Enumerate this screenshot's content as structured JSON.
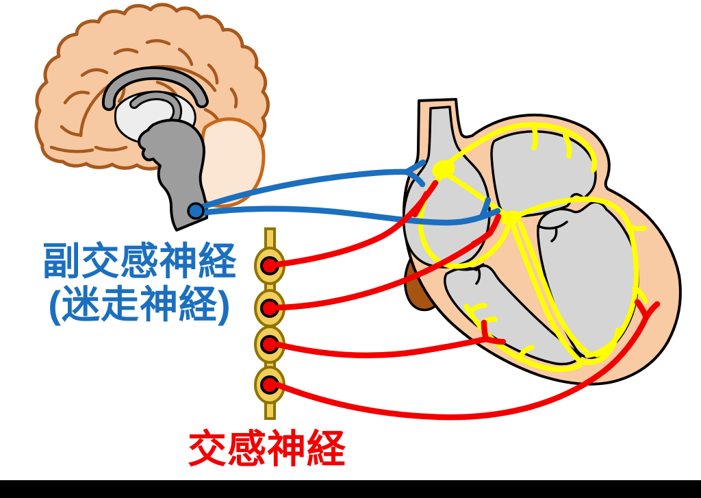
{
  "figure": {
    "type": "anatomical-diagram",
    "topic": "Autonomic innervation of the heart",
    "labels": {
      "parasympathetic_line1": "副交感神経",
      "parasympathetic_line2": "(迷走神経)",
      "sympathetic": "交感神経"
    },
    "elements": {
      "brain": "sagittal brain section with brainstem",
      "vagus_origin_dot": "blue dot on medulla",
      "vagus_branch_count": 2,
      "vagus_targets": [
        "SA node",
        "AV node"
      ],
      "sympathetic_chain_ganglia_count": 4,
      "sympathetic_branch_count": 4,
      "heart": "four-chamber cross section",
      "sa_node": "yellow node at base of superior vena cava",
      "av_node": "yellow node at atrioventricular junction",
      "conduction_system": "yellow bundle branches and Purkinje fibers"
    },
    "colors": {
      "parasympathetic_blue": "#1B6FBF",
      "sympathetic_red": "#F20000",
      "conduction_yellow": "#FFFF00",
      "chain_gold_fill": "#F2CE5C",
      "chain_gold_outline": "#8F7300",
      "heart_wall_peach": "#F8CBA4",
      "chamber_gray": "#D5D5D5",
      "brain_peach": "#F6C9A2",
      "brain_outline_brown": "#A8581C",
      "cerebellum_peach": "#FBE6D4",
      "cerebellum_outline": "#C9681A",
      "brainstem_gray": "#9D9D9D",
      "ventricle_light": "#EDEDED",
      "appendage_brown": "#A65414",
      "letterbox_black": "#000000",
      "background": "#FFFFFF"
    }
  }
}
